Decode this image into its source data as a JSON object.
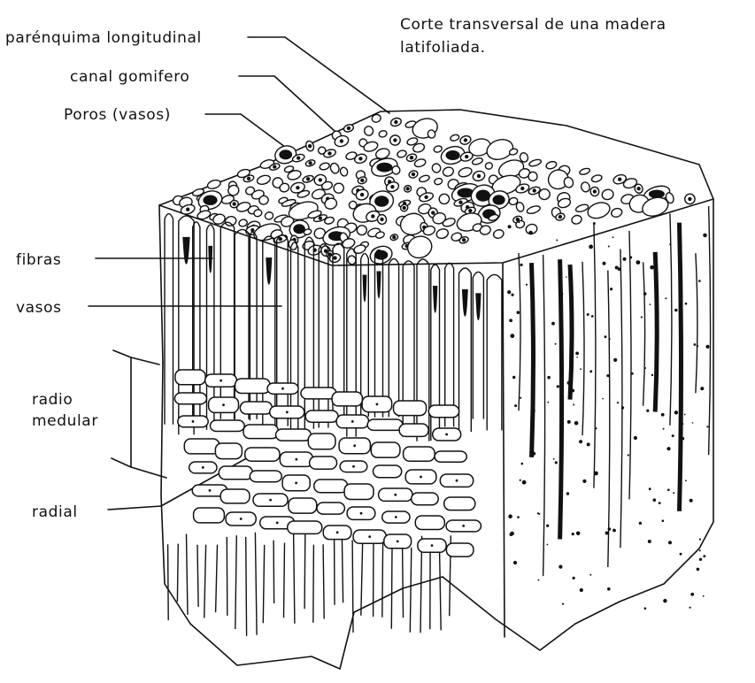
{
  "caption": {
    "line1": "Corte transversal de una madera",
    "line2": "latifoliada."
  },
  "labels": {
    "parenquima": "parénquima longitudinal",
    "canal": "canal gomifero",
    "poros": "Poros (vasos)",
    "fibras": "fibras",
    "vasos": "vasos",
    "radio_line1": "radio",
    "radio_line2": "medular",
    "radial": "radial"
  },
  "colors": {
    "ink": "#111111",
    "paper": "#ffffff"
  }
}
